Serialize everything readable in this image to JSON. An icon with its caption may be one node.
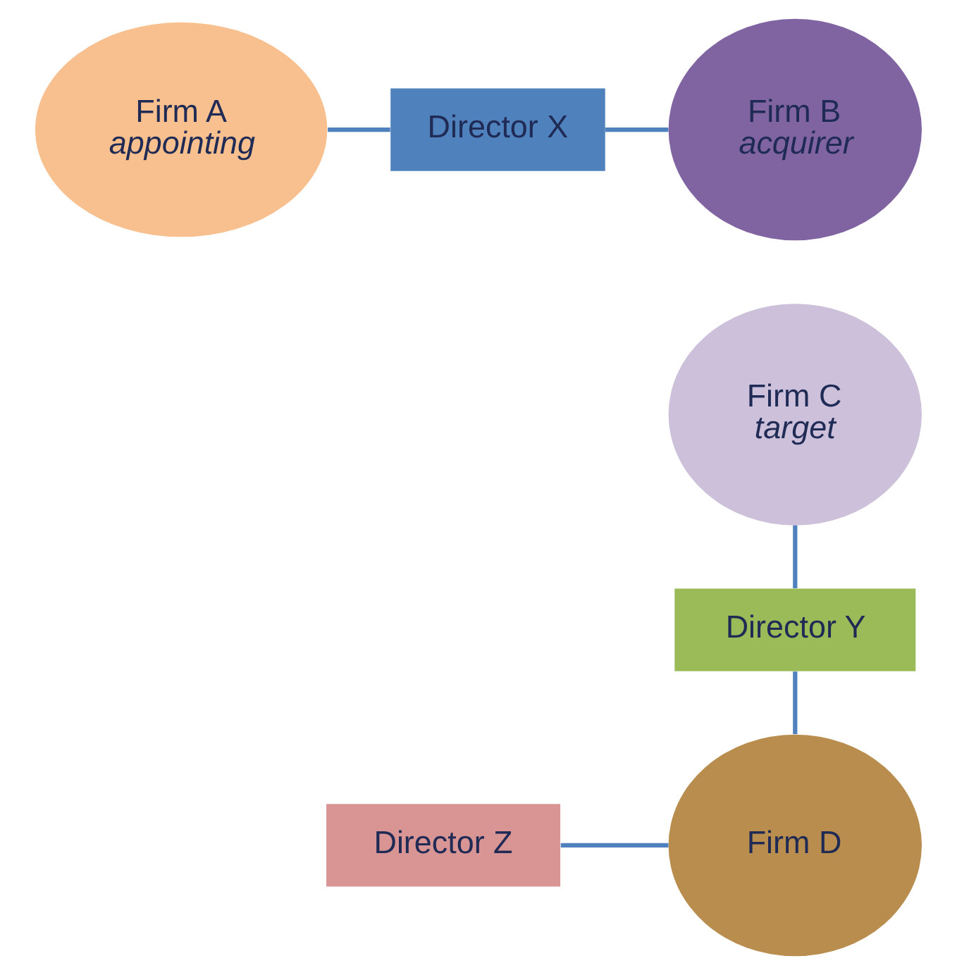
{
  "diagram": {
    "nodes": [
      {
        "text": [
          "Firm A",
          "appointing"
        ]
      },
      {
        "text": [
          "Director X"
        ]
      },
      {
        "text": [
          "Firm B",
          "acquirer"
        ]
      },
      {
        "text": [
          "Firm C",
          "target"
        ]
      },
      {
        "text": [
          "Director Y"
        ]
      },
      {
        "text": [
          "Firm D"
        ]
      },
      {
        "text": [
          "Director Z"
        ]
      }
    ],
    "edges": [
      {
        "from": 0,
        "to": 1,
        "arrow": "none"
      },
      {
        "from": 1,
        "to": 2,
        "arrow": "none"
      },
      {
        "from": 3,
        "to": 4,
        "arrow": "none"
      },
      {
        "from": 4,
        "to": 5,
        "arrow": "none"
      },
      {
        "from": 6,
        "to": 5,
        "arrow": "none"
      }
    ]
  }
}
